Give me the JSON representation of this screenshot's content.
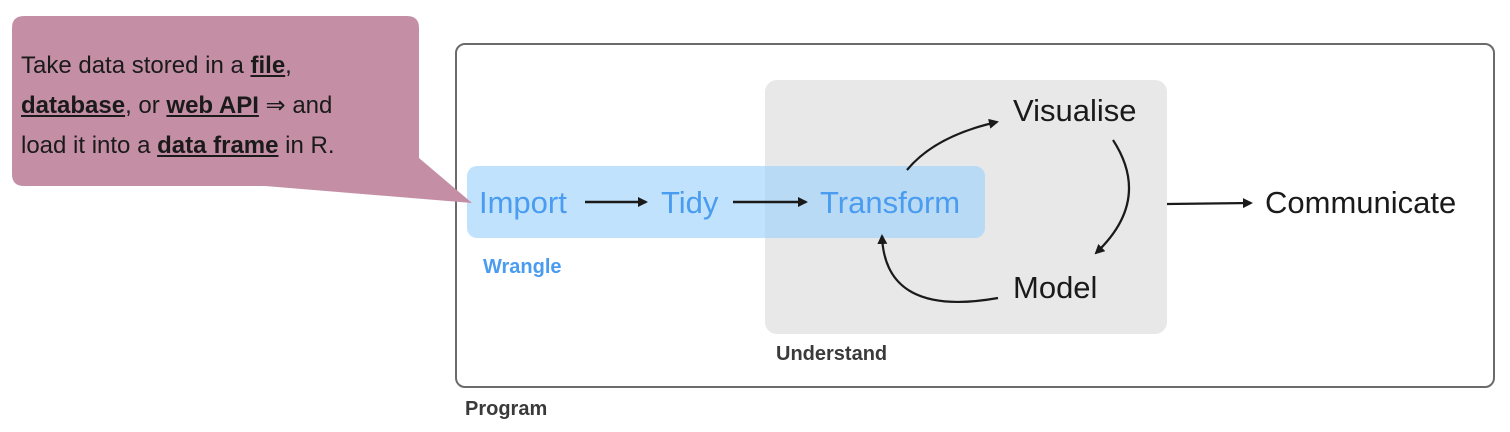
{
  "callout": {
    "line1_pre": "Take data stored in a ",
    "file": "file",
    "line1_post": ",",
    "database": "database",
    "mid": ", or ",
    "web_api": "web API",
    "arrow_and": " ⇒ and",
    "line3_pre": "load it into a ",
    "data_frame": "data frame",
    "line3_post": " in R.",
    "fill": "#c48fa5"
  },
  "nodes": {
    "import": "Import",
    "tidy": "Tidy",
    "transform": "Transform",
    "visualise": "Visualise",
    "model": "Model",
    "communicate": "Communicate"
  },
  "groups": {
    "wrangle": "Wrangle",
    "understand": "Understand",
    "program": "Program"
  },
  "colors": {
    "wrangle_blue": "#4a9cf0",
    "understand_gray": "#e8e8e8",
    "text_dark": "#1a1a1a"
  }
}
